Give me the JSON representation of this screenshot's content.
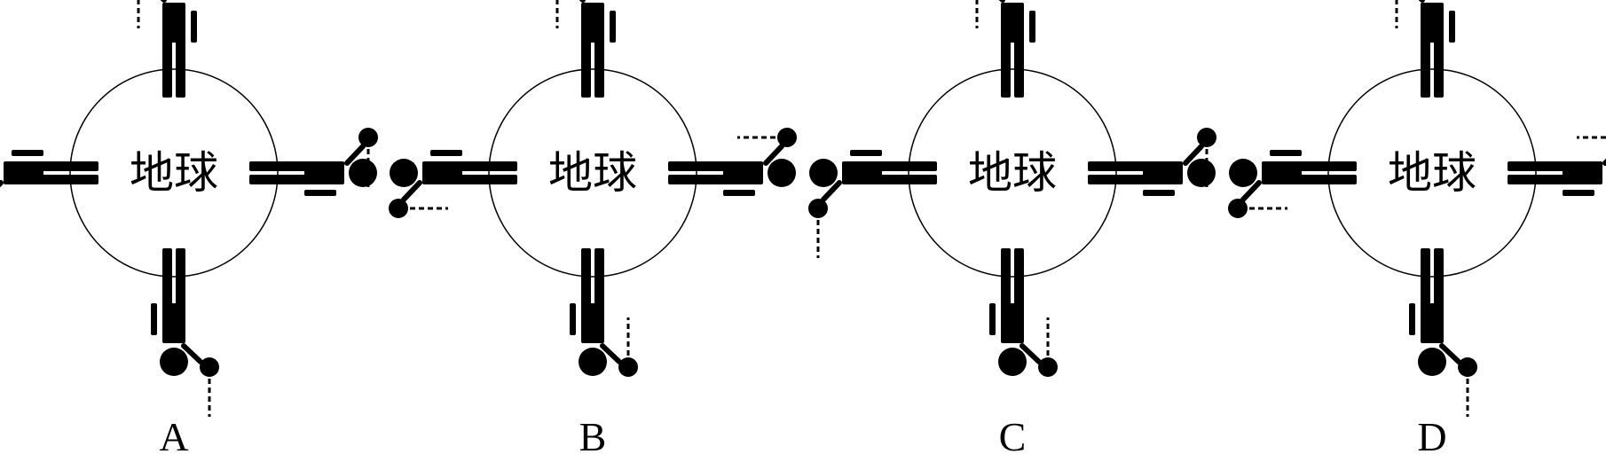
{
  "earth_label": "地球",
  "options": [
    {
      "label": "A",
      "figures": {
        "top": "down",
        "left": "down",
        "right": "down",
        "bottom": "down"
      }
    },
    {
      "label": "B",
      "figures": {
        "top": "down",
        "left": "right",
        "right": "left",
        "bottom": "up"
      }
    },
    {
      "label": "C",
      "figures": {
        "top": "down",
        "left": "down",
        "right": "down",
        "bottom": "up"
      }
    },
    {
      "label": "D",
      "figures": {
        "top": "down",
        "left": "right",
        "right": "left",
        "bottom": "down"
      }
    }
  ],
  "colors": {
    "ink": "#000000",
    "background": "#ffffff"
  }
}
